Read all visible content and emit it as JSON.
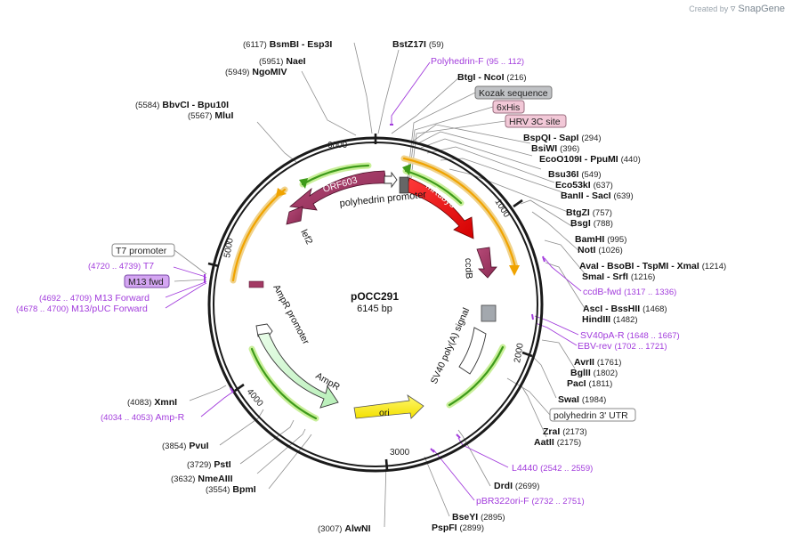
{
  "credit": {
    "prefix": "Created by",
    "brand": "SnapGene"
  },
  "plasmid": {
    "name": "pOCC291",
    "length": "6145 bp"
  },
  "ticks": [
    "1000",
    "2000",
    "3000",
    "4000",
    "5000",
    "6000"
  ],
  "features": [
    {
      "label": "mRuby3",
      "color": "#ee1111"
    },
    {
      "label": "ORF603",
      "color": "#a33a64"
    },
    {
      "label": "polyhedrin promoter",
      "color": "#ffffff"
    },
    {
      "label": "lef2",
      "color": "#a33a64"
    },
    {
      "label": "ccdB",
      "color": "#a33a64"
    },
    {
      "label": "SV40 poly(A) signal",
      "color": "#ffffff"
    },
    {
      "label": "AmpR promoter",
      "color": "#ffffff"
    },
    {
      "label": "AmpR",
      "color": "#c9f7c9"
    },
    {
      "label": "ori",
      "color": "#ffee00"
    }
  ],
  "boxed_features": [
    {
      "label": "Kozak sequence",
      "style": "gray"
    },
    {
      "label": "6xHis",
      "style": "pink"
    },
    {
      "label": "HRV 3C site",
      "style": "pink"
    },
    {
      "label": "polyhedrin 3' UTR",
      "style": "white"
    },
    {
      "label": "T7 promoter",
      "style": "white"
    },
    {
      "label": "M13 fwd",
      "style": "purple"
    }
  ],
  "enzymes": [
    {
      "pos": "(6117)",
      "name": "BsmBI - Esp3I"
    },
    {
      "pos": "(59)",
      "name": "BstZ17I"
    },
    {
      "pos": "(5951)",
      "name": "NaeI"
    },
    {
      "pos": "(5949)",
      "name": "NgoMIV"
    },
    {
      "pos": "(216)",
      "name": "BtgI - NcoI"
    },
    {
      "pos": "(5584)",
      "name": "BbvCI - Bpu10I"
    },
    {
      "pos": "(5567)",
      "name": "MluI"
    },
    {
      "pos": "(294)",
      "name": "BspQI - SapI"
    },
    {
      "pos": "(396)",
      "name": "BsiWI"
    },
    {
      "pos": "(440)",
      "name": "EcoO109I - PpuMI"
    },
    {
      "pos": "(549)",
      "name": "Bsu36I"
    },
    {
      "pos": "(637)",
      "name": "Eco53kI"
    },
    {
      "pos": "(639)",
      "name": "BanII - SacI"
    },
    {
      "pos": "(757)",
      "name": "BtgZI"
    },
    {
      "pos": "(788)",
      "name": "BsgI"
    },
    {
      "pos": "(995)",
      "name": "BamHI"
    },
    {
      "pos": "(1026)",
      "name": "NotI"
    },
    {
      "pos": "(1214)",
      "name": "AvaI - BsoBI - TspMI - XmaI"
    },
    {
      "pos": "(1216)",
      "name": "SmaI - SrfI"
    },
    {
      "pos": "(1468)",
      "name": "AscI - BssHII"
    },
    {
      "pos": "(1482)",
      "name": "HindIII"
    },
    {
      "pos": "(1761)",
      "name": "AvrII"
    },
    {
      "pos": "(1802)",
      "name": "BglII"
    },
    {
      "pos": "(1811)",
      "name": "PacI"
    },
    {
      "pos": "(1984)",
      "name": "SwaI"
    },
    {
      "pos": "(2173)",
      "name": "ZraI"
    },
    {
      "pos": "(2175)",
      "name": "AatII"
    },
    {
      "pos": "(2699)",
      "name": "DrdI"
    },
    {
      "pos": "(2895)",
      "name": "BseYI"
    },
    {
      "pos": "(2899)",
      "name": "PspFI"
    },
    {
      "pos": "(3007)",
      "name": "AlwNI"
    },
    {
      "pos": "(3554)",
      "name": "BpmI"
    },
    {
      "pos": "(3632)",
      "name": "NmeAIII"
    },
    {
      "pos": "(3729)",
      "name": "PstI"
    },
    {
      "pos": "(3854)",
      "name": "PvuI"
    },
    {
      "pos": "(4083)",
      "name": "XmnI"
    }
  ],
  "primers": [
    {
      "label": "Polyhedrin-F",
      "range": "(95 .. 112)"
    },
    {
      "label": "ccdB-fwd",
      "range": "(1317 .. 1336)"
    },
    {
      "label": "SV40pA-R",
      "range": "(1648 .. 1667)"
    },
    {
      "label": "EBV-rev",
      "range": "(1702 .. 1721)"
    },
    {
      "label": "L4440",
      "range": "(2542 .. 2559)"
    },
    {
      "label": "pBR322ori-F",
      "range": "(2732 .. 2751)"
    },
    {
      "label": "Amp-R",
      "range": "(4034 .. 4053)"
    },
    {
      "label": "T7",
      "range": "(4720 .. 4739)"
    },
    {
      "label": "M13 Forward",
      "range": "(4692 .. 4709)"
    },
    {
      "label": "M13/pUC Forward",
      "range": "(4678 .. 4700)"
    }
  ]
}
